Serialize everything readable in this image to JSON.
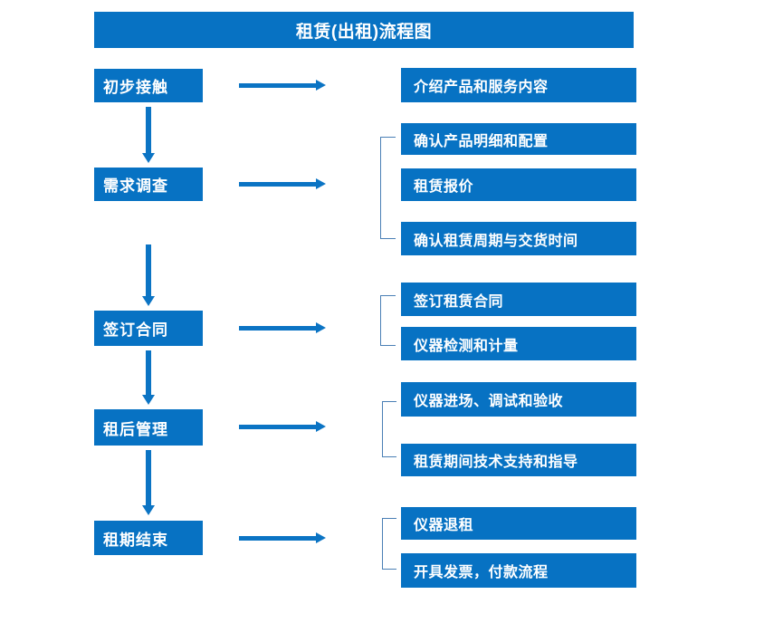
{
  "diagram": {
    "title": "租赁(出租)流程图",
    "colors": {
      "box_fill": "#0772c3",
      "box_text": "#ffffff",
      "arrow": "#0b74c4",
      "bracket": "#4a7fb5",
      "background": "#ffffff"
    },
    "stages": [
      {
        "id": "stage-1",
        "label": "初步接触"
      },
      {
        "id": "stage-2",
        "label": "需求调查"
      },
      {
        "id": "stage-3",
        "label": "签订合同"
      },
      {
        "id": "stage-4",
        "label": "租后管理"
      },
      {
        "id": "stage-5",
        "label": "租期结束"
      }
    ],
    "details": [
      {
        "id": "detail-1-1",
        "stage": "初步接触",
        "label": "介绍产品和服务内容"
      },
      {
        "id": "detail-2-1",
        "stage": "需求调查",
        "label": "确认产品明细和配置"
      },
      {
        "id": "detail-2-2",
        "stage": "需求调查",
        "label": "租赁报价"
      },
      {
        "id": "detail-2-3",
        "stage": "需求调查",
        "label": "确认租赁周期与交货时间"
      },
      {
        "id": "detail-3-1",
        "stage": "签订合同",
        "label": "签订租赁合同"
      },
      {
        "id": "detail-3-2",
        "stage": "签订合同",
        "label": "仪器检测和计量"
      },
      {
        "id": "detail-4-1",
        "stage": "租后管理",
        "label": "仪器进场、调试和验收"
      },
      {
        "id": "detail-4-2",
        "stage": "租后管理",
        "label": "租赁期间技术支持和指导"
      },
      {
        "id": "detail-5-1",
        "stage": "租期结束",
        "label": "仪器退租"
      },
      {
        "id": "detail-5-2",
        "stage": "租期结束",
        "label": "开具发票，付款流程"
      }
    ]
  }
}
